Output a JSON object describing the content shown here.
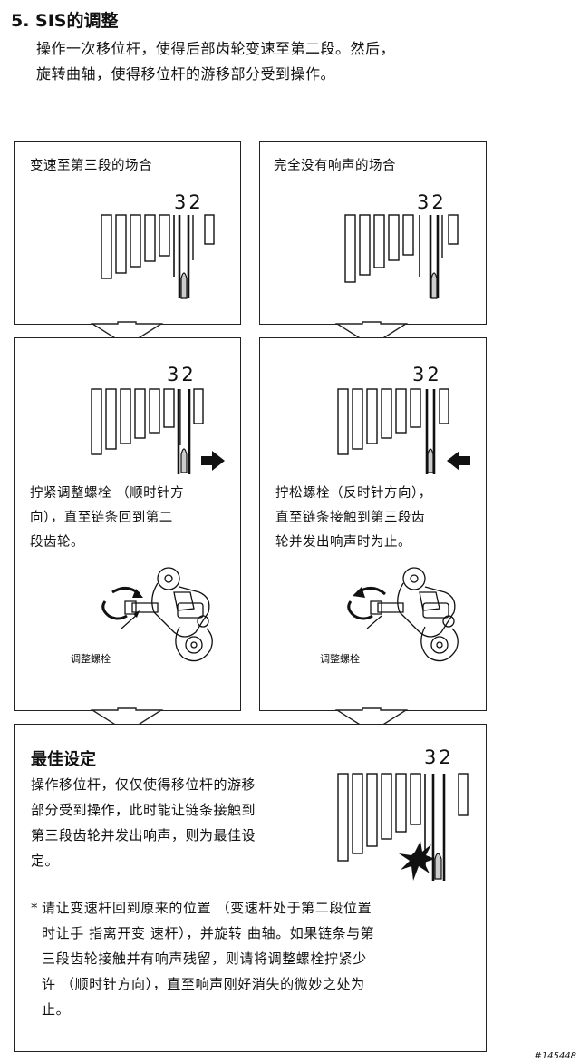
{
  "section": {
    "heading": "5. SIS的调整",
    "intro_line1": "操作一次移位杆，使得后部齿轮变速至第二段。然后，",
    "intro_line2": "旋转曲轴，使得移位杆的游移部分受到操作。"
  },
  "cases": {
    "left_title": "变速至第三段的场合",
    "right_title": "完全没有响声的场合",
    "gear_label": "32"
  },
  "steps": {
    "left": {
      "line1": "拧紧调整螺栓 （顺时针方",
      "line2": "向），直至链条回到第二",
      "line3": "段齿轮。",
      "bolt_label": "调整螺栓"
    },
    "right": {
      "line1": "拧松螺栓（反时针方向），",
      "line2": "直至链条接触到第三段齿",
      "line3": "轮并发出响声时为止。",
      "bolt_label": "调整螺栓"
    }
  },
  "best": {
    "title": "最佳设定",
    "line1": "操作移位杆，仅仅使得移位杆的游移",
    "line2": "部分受到操作，此时能让链条接触到",
    "line3": "第三段齿轮并发出响声，则为最佳设",
    "line4": "定。",
    "note_mark": "*",
    "note_line1": "请让变速杆回到原来的位置 （变速杆处于第二段位置",
    "note_line2": "时让手 指离开变 速杆），并旋转 曲轴。如果链条与第",
    "note_line3": "三段齿轮接触并有响声残留，则请将调整螺栓拧紧少",
    "note_line4": "许 （顺时针方向），直至响声刚好消失的微妙之处为",
    "note_line5": "止。"
  },
  "footer": {
    "id": "#145448"
  },
  "icons": {
    "arrow_right": "arrow-right-icon",
    "arrow_left": "arrow-left-icon",
    "spark": "spark-icon",
    "derailleur": "derailleur-icon",
    "rotate_cw": "rotate-clockwise-icon",
    "rotate_ccw": "rotate-counterclockwise-icon"
  }
}
